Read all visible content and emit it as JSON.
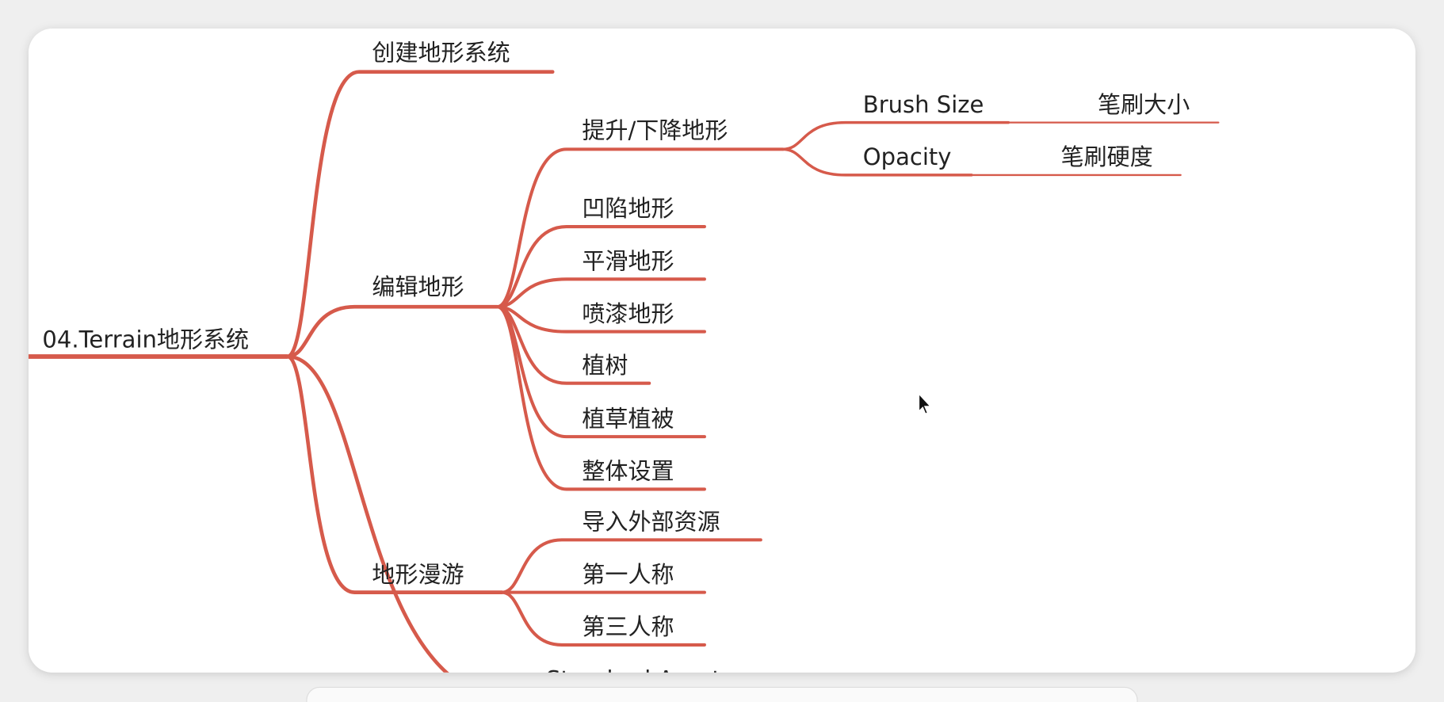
{
  "mindmap": {
    "root": "04.Terrain地形系统",
    "branches": [
      {
        "label": "创建地形系统"
      },
      {
        "label": "编辑地形",
        "children": [
          {
            "label": "提升/下降地形",
            "children": [
              {
                "label": "Brush Size",
                "note": "笔刷大小"
              },
              {
                "label": "Opacity",
                "note": "笔刷硬度"
              }
            ]
          },
          {
            "label": "凹陷地形"
          },
          {
            "label": "平滑地形"
          },
          {
            "label": "喷漆地形"
          },
          {
            "label": "植树"
          },
          {
            "label": "植草植被"
          },
          {
            "label": "整体设置"
          }
        ]
      },
      {
        "label": "地形漫游",
        "children": [
          {
            "label": "导入外部资源"
          },
          {
            "label": "第一人称"
          },
          {
            "label": "第三人称"
          }
        ]
      }
    ],
    "clipped_next_branch": "Standard Assets"
  },
  "colors": {
    "branch": "#d65a4b",
    "background": "#efefef",
    "canvas": "#ffffff"
  },
  "cursor": "arrow-pointer-icon"
}
